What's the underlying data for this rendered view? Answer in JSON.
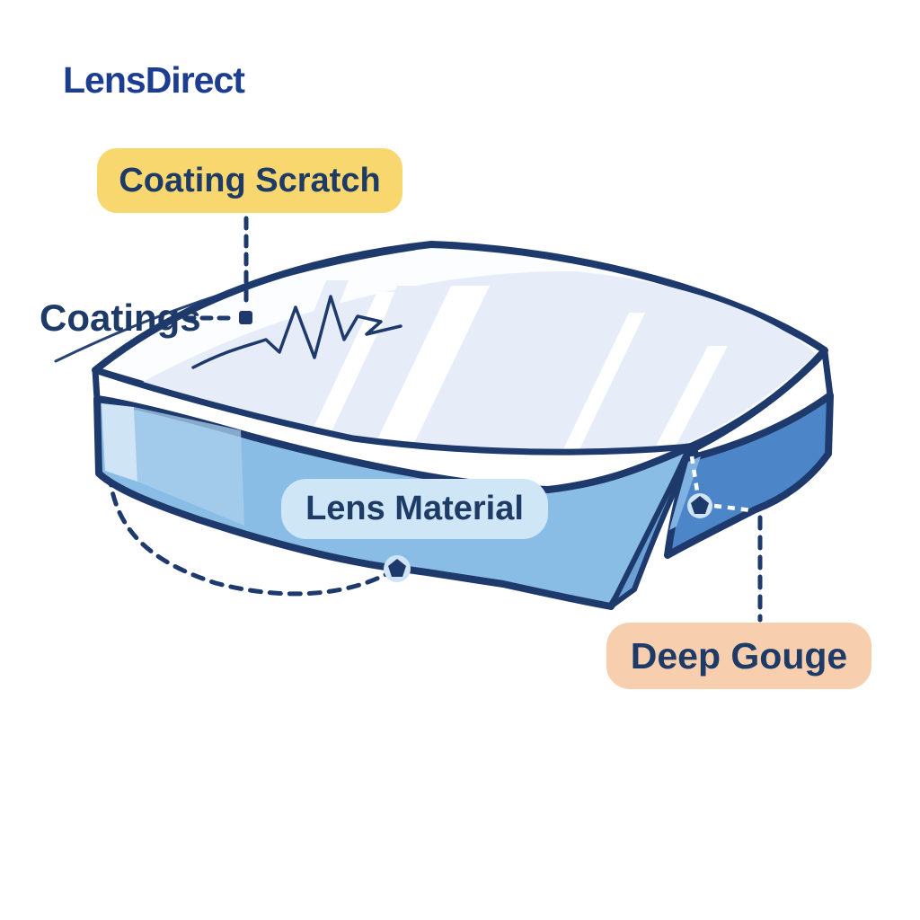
{
  "brand": {
    "logo_text": "LensDirect"
  },
  "labels": {
    "coating_scratch": "Coating Scratch",
    "coatings": "Coatings",
    "lens_material": "Lens Material",
    "deep_gouge": "Deep Gouge"
  },
  "colors": {
    "navy_outline": "#1e3a6d",
    "navy_text": "#1e3a66",
    "logo_blue": "#1d3d91",
    "label_yellow": "#f8d76e",
    "label_peach": "#f8cfae",
    "label_blue": "#cfe6f7",
    "top_white": "#fbfdff",
    "top_tint": "#e7edf8",
    "side_blue": "#8abde6",
    "side_blue_deep": "#4d86c8",
    "gouge_face": "#6ba0d6",
    "halo": "#cfe4f5"
  }
}
